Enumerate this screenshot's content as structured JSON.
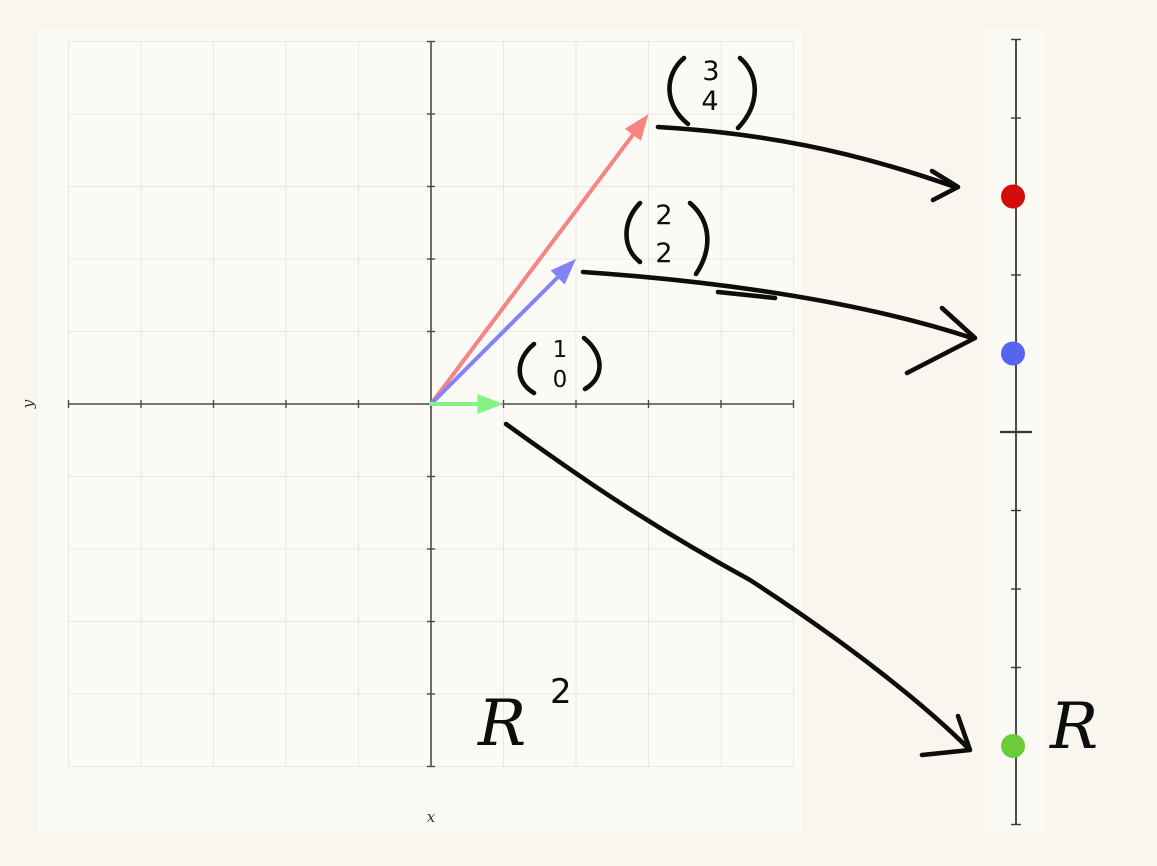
{
  "plane": {
    "x_axis_label": "x",
    "y_axis_label": "y",
    "range": [
      -5,
      5
    ],
    "tick_step": 1,
    "grid": true
  },
  "line": {
    "range": [
      -5,
      5
    ],
    "tick_step": 1
  },
  "vectors": [
    {
      "id": "v34",
      "components": [
        3,
        4
      ],
      "color": "#f78382",
      "image_value": 3,
      "image_color": "#d40c0c",
      "label_top": "3",
      "label_bottom": "4"
    },
    {
      "id": "v22",
      "components": [
        2,
        2
      ],
      "color": "#8383f7",
      "image_value": 1,
      "image_color": "#5565f2",
      "label_top": "2",
      "label_bottom": "2"
    },
    {
      "id": "v10",
      "components": [
        1,
        0
      ],
      "color": "#83f483",
      "image_value": -4,
      "image_color": "#6ccb38",
      "label_top": "1",
      "label_bottom": "0"
    }
  ],
  "labels": {
    "domain": "R",
    "domain_power": "2",
    "codomain": "R"
  }
}
